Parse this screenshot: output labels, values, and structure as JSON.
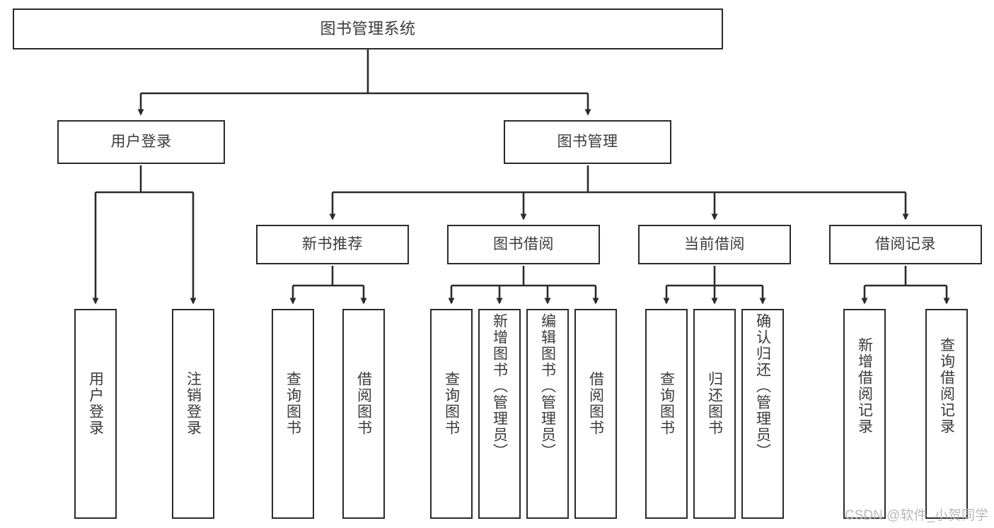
{
  "diagram": {
    "type": "tree",
    "title": "图书管理系统",
    "style": {
      "box_border": "#2b2b2b",
      "box_fill": "#ffffff",
      "text_color": "#3b3b3b",
      "line_color": "#2b2b2b",
      "canvas": "#ffffff"
    },
    "root": {
      "id": "root",
      "label": "图书管理系统"
    },
    "level2": [
      {
        "id": "user-login",
        "label": "用户登录"
      },
      {
        "id": "book-manage",
        "label": "图书管理"
      }
    ],
    "level3": [
      {
        "id": "new-book-recommend",
        "label": "新书推荐",
        "parent": "book-manage"
      },
      {
        "id": "book-borrow",
        "label": "图书借阅",
        "parent": "book-manage"
      },
      {
        "id": "current-borrow",
        "label": "当前借阅",
        "parent": "book-manage"
      },
      {
        "id": "borrow-record",
        "label": "借阅记录",
        "parent": "book-manage"
      }
    ],
    "leaves": {
      "user_login": [
        {
          "id": "leaf-user-login",
          "label": "用户登录"
        },
        {
          "id": "leaf-logout-login",
          "label": "注销登录"
        }
      ],
      "new_book_recommend": [
        {
          "id": "leaf-query-book-1",
          "label": "查询图书"
        },
        {
          "id": "leaf-borrow-book-1",
          "label": "借阅图书"
        }
      ],
      "book_borrow": [
        {
          "id": "leaf-query-book-2",
          "label": "查询图书"
        },
        {
          "id": "leaf-add-book",
          "label": "新增图书（管理员）"
        },
        {
          "id": "leaf-edit-book",
          "label": "编辑图书（管理员）"
        },
        {
          "id": "leaf-borrow-book-2",
          "label": "借阅图书"
        }
      ],
      "current_borrow": [
        {
          "id": "leaf-query-book-3",
          "label": "查询图书"
        },
        {
          "id": "leaf-return-book",
          "label": "归还图书"
        },
        {
          "id": "leaf-confirm-return",
          "label": "确认归还（管理员）"
        }
      ],
      "borrow_record": [
        {
          "id": "leaf-add-record",
          "label": "新增借阅记录"
        },
        {
          "id": "leaf-query-record",
          "label": "查询借阅记录"
        }
      ]
    }
  },
  "watermark": {
    "text": "CSDN @软件_小贺同学"
  }
}
